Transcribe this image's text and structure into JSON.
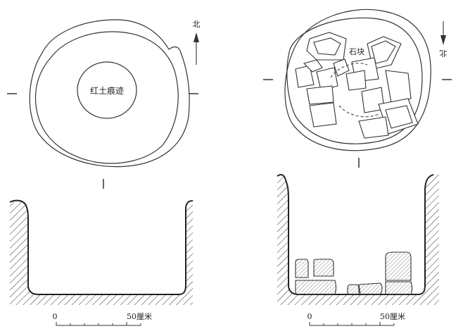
{
  "left_figure": {
    "center_label": "红土痕迹",
    "north_label": "北"
  },
  "right_figure": {
    "stone_label": "石块",
    "north_label": "北"
  },
  "scales": [
    {
      "start_label": "0",
      "end_label": "50厘米"
    },
    {
      "start_label": "0",
      "end_label": "50厘米"
    }
  ]
}
